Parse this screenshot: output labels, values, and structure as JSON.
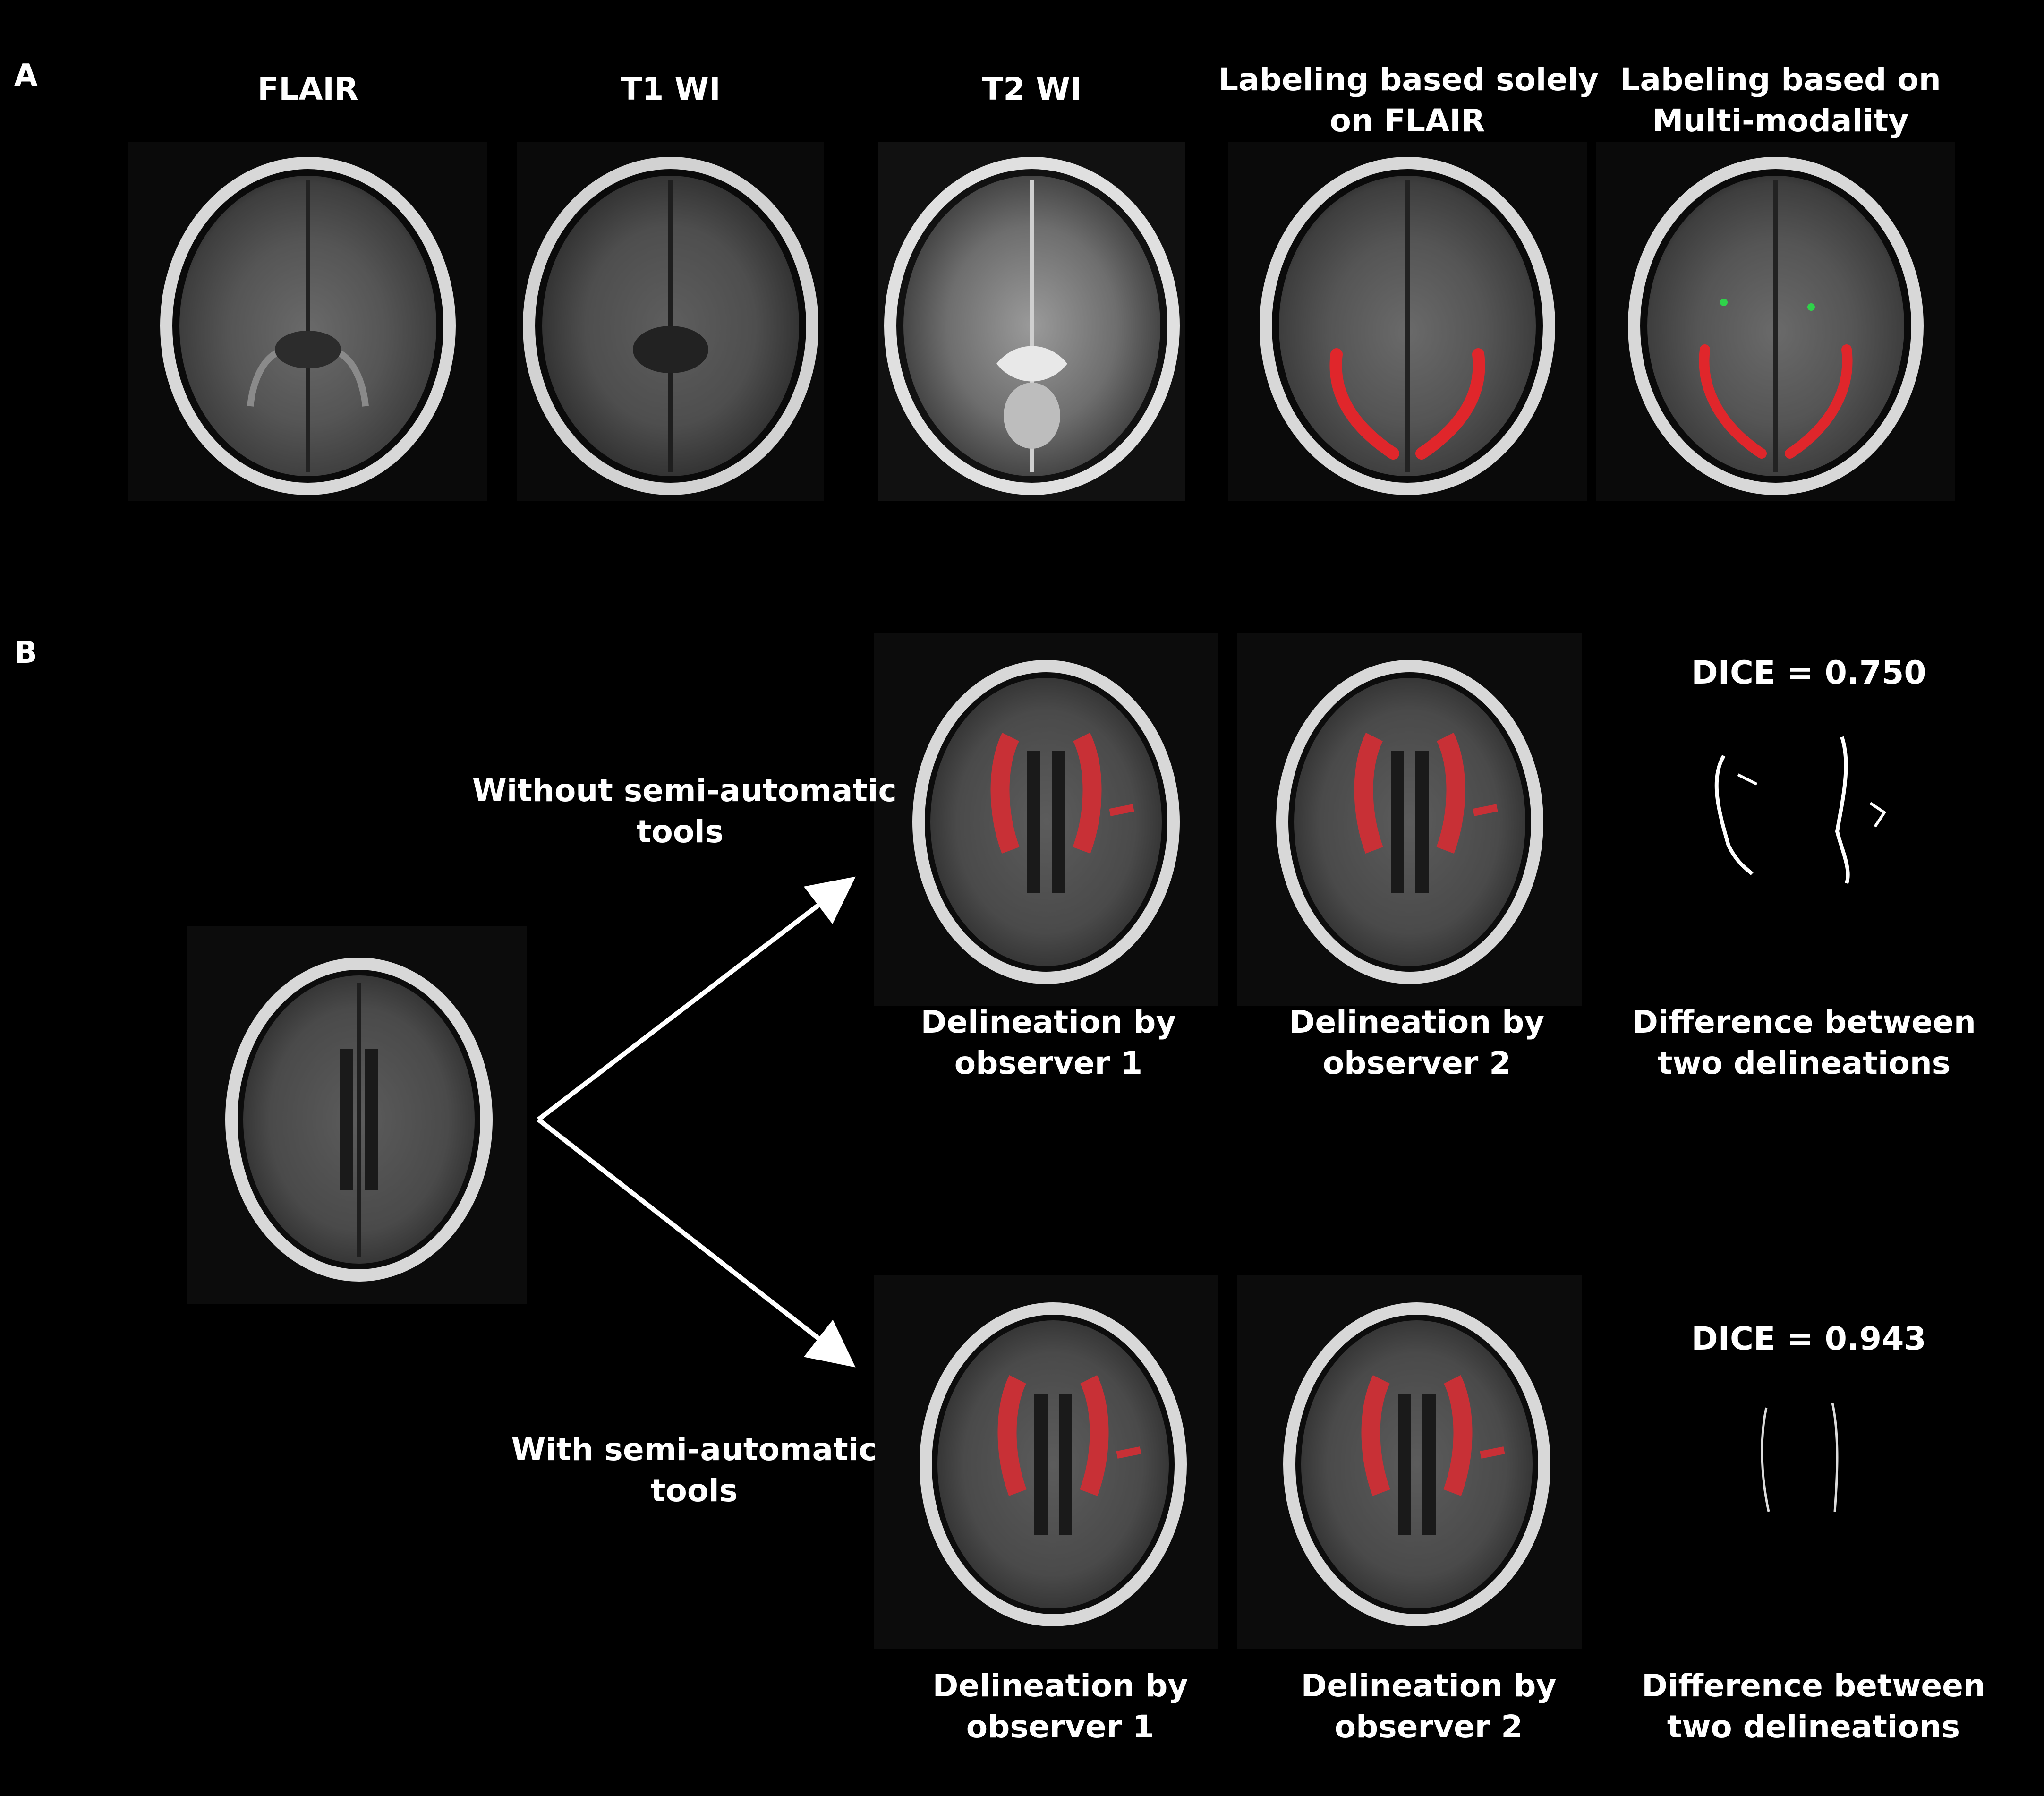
{
  "panels": {
    "a": {
      "letter": "A"
    },
    "b": {
      "letter": "B"
    }
  },
  "panel_a": {
    "titles": [
      "FLAIR",
      "T1 WI",
      "T2 WI",
      "Labeling based solely\non FLAIR",
      "Labeling based on\nMulti-modality"
    ]
  },
  "panel_b": {
    "row_labels": {
      "without": "Without semi-automatic\ntools",
      "with": "With semi-automatic\ntools"
    },
    "dice": {
      "without": "DICE = 0.750",
      "with": "DICE = 0.943"
    },
    "captions_top": [
      "Delineation by\nobserver 1",
      "Delineation by\nobserver 2",
      "Difference between\ntwo delineations"
    ],
    "captions_bottom": [
      "Delineation by\nobserver 1",
      "Delineation by\nobserver 2",
      "Difference between\ntwo delineations"
    ]
  },
  "colors": {
    "background": "#000000",
    "text": "#ffffff",
    "lesion_overlay": "#e0262b",
    "multimodal_marker": "#2fd24a",
    "arrow": "#ffffff"
  }
}
